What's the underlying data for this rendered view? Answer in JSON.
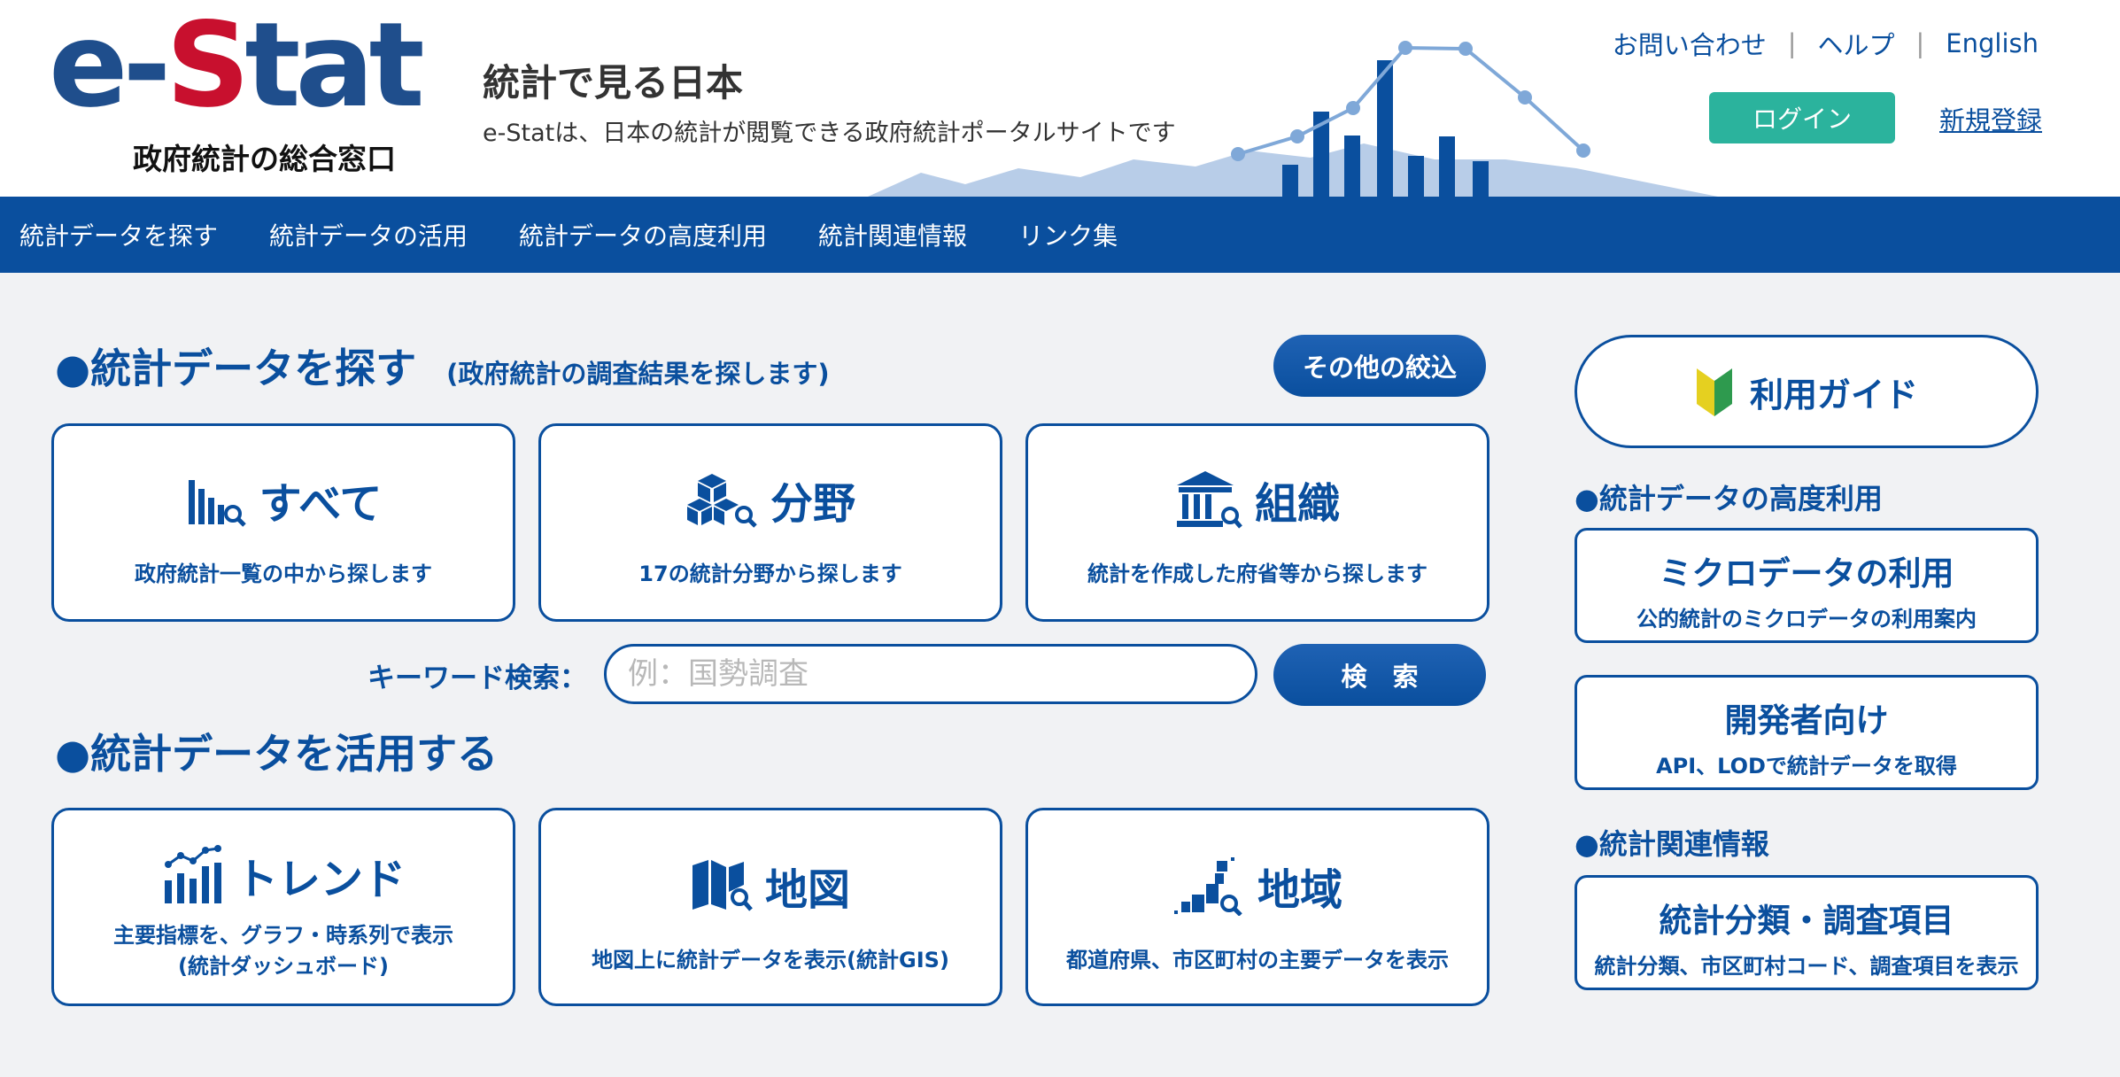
{
  "header": {
    "logo_main": "e-Stat",
    "logo_sub": "政府統計の総合窓口",
    "title": "統計で見る日本",
    "description": "e-Statは、日本の統計が閲覧できる政府統計ポータルサイトです",
    "links": {
      "contact": "お問い合わせ",
      "help": "ヘルプ",
      "english": "English",
      "separator": "|"
    },
    "login_label": "ログイン",
    "register_label": "新規登録"
  },
  "nav": {
    "items": [
      "統計データを探す",
      "統計データの活用",
      "統計データの高度利用",
      "統計関連情報",
      "リンク集"
    ]
  },
  "search_section": {
    "title": "●統計データを探す",
    "subtitle": "(政府統計の調査結果を探します)",
    "filter_button": "その他の絞込",
    "cards": [
      {
        "title": "すべて",
        "description": "政府統計一覧の中から探します",
        "icon": "bar-chart-search-icon"
      },
      {
        "title": "分野",
        "description": "17の統計分野から探します",
        "icon": "boxes-search-icon"
      },
      {
        "title": "組織",
        "description": "統計を作成した府省等から探します",
        "icon": "building-search-icon"
      }
    ],
    "keyword_label": "キーワード検索：",
    "keyword_placeholder": "例：国勢調査",
    "search_button": "検　索"
  },
  "use_section": {
    "title": "●統計データを活用する",
    "cards": [
      {
        "title": "トレンド",
        "description_line1": "主要指標を、グラフ・時系列で表示",
        "description_line2": "(統計ダッシュボード)",
        "icon": "trend-chart-icon"
      },
      {
        "title": "地図",
        "description": "地図上に統計データを表示(統計GIS)",
        "icon": "map-search-icon"
      },
      {
        "title": "地域",
        "description": "都道府県、市区町村の主要データを表示",
        "icon": "region-search-icon"
      }
    ]
  },
  "sidebar": {
    "guide_label": "利用ガイド",
    "advanced_heading": "●統計データの高度利用",
    "micro": {
      "title": "ミクロデータの利用",
      "description": "公的統計のミクロデータの利用案内"
    },
    "dev": {
      "title": "開発者向け",
      "description": "API、LODで統計データを取得"
    },
    "related_heading": "●統計関連情報",
    "classification": {
      "title": "統計分類・調査項目",
      "description": "統計分類、市区町村コード、調査項目を表示"
    }
  },
  "colors": {
    "primary": "#0a4f9e",
    "login": "#2bb39d",
    "logo_red": "#c8102e",
    "background": "#f1f2f4"
  }
}
